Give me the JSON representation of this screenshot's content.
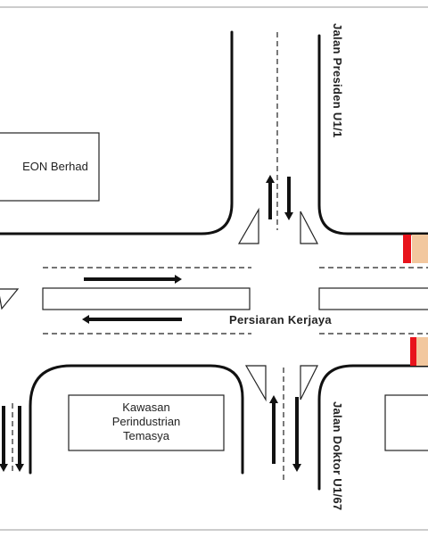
{
  "labels": {
    "eon": "EON Berhad",
    "kawasan_line1": "Kawasan",
    "kawasan_line2": "Perindustrian",
    "kawasan_line3": "Temasya",
    "persiaran": "Persiaran Kerjaya",
    "jalan_presiden": "Jalan Presiden U1/1",
    "jalan_doktor": "Jalan Doktor U1/67"
  },
  "colors": {
    "signal_red": "#e8141c",
    "signal_peach": "#f2c79e",
    "road": "#111111"
  }
}
